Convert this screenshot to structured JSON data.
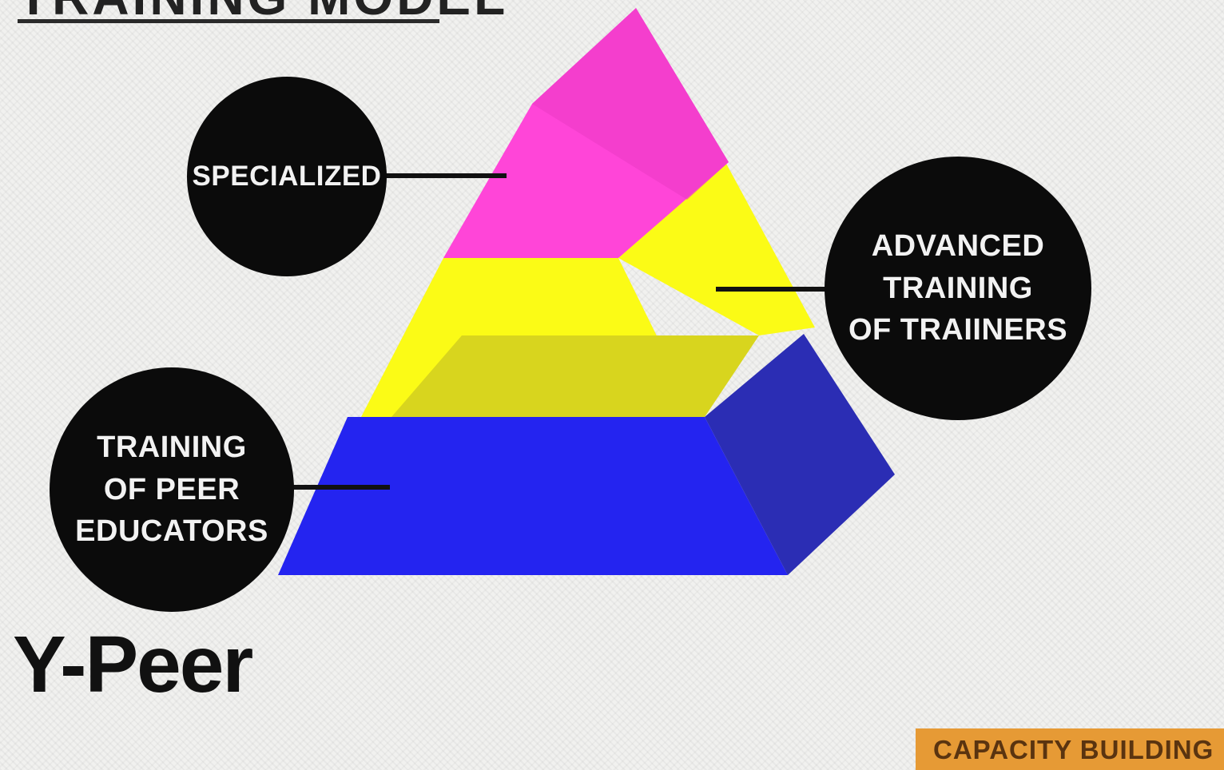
{
  "title": "TRAINING MODEL",
  "tiers": [
    {
      "label": "SPECIALIZED",
      "color": "#ff45d8",
      "shade": "#ec3bc6"
    },
    {
      "label": "ADVANCED\nTRAINING\nOF TRAIINERS",
      "color": "#fbfb16",
      "shade": "#d8d51e"
    },
    {
      "label": "TRAINING\nOF PEER\nEDUCATORS",
      "color": "#2424f0",
      "shade": "#2b2db4"
    }
  ],
  "logo": "Y-Peer",
  "badge": "CAPACITY BUILDING",
  "colors": {
    "bubble": "#0b0b0b",
    "background": "#f1f1ef",
    "badge": "#e69a35"
  }
}
